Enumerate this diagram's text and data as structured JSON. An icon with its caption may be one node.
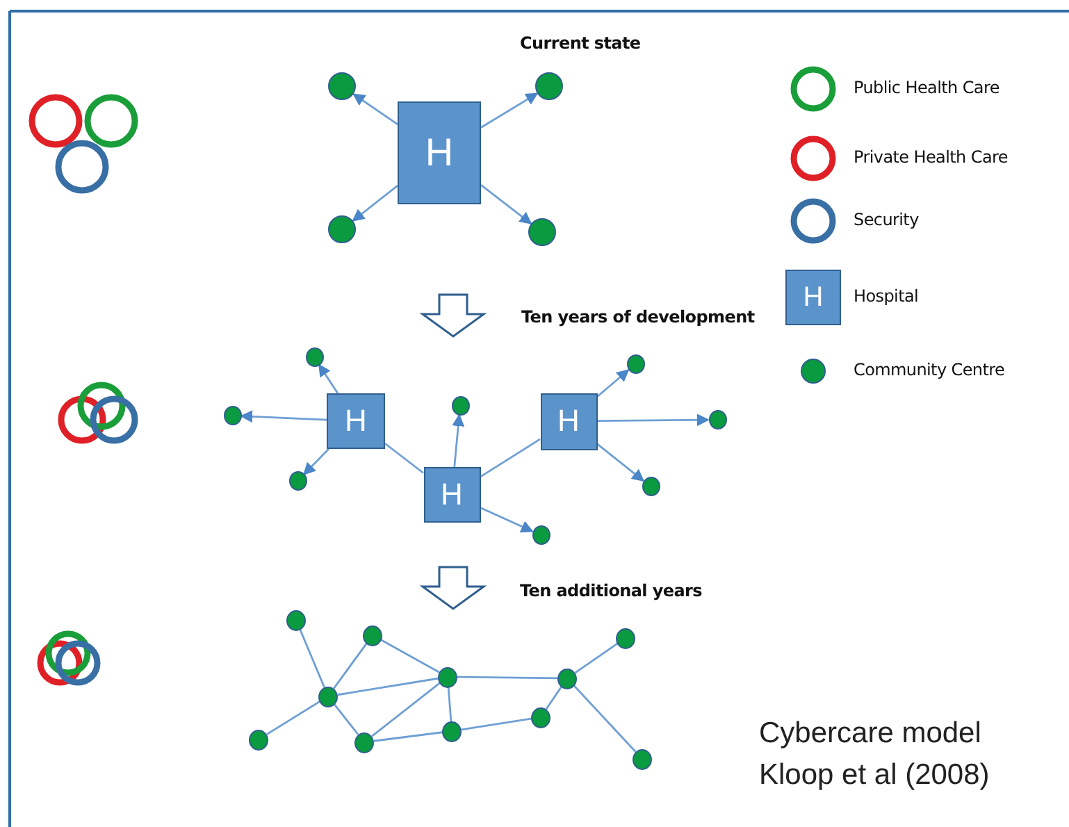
{
  "diagram": {
    "title": "Current state",
    "nodes": [
      {
        "text": [
          "H"
        ]
      },
      {
        "text": [],
        "shape": "circle"
      },
      {
        "text": [],
        "shape": "circle"
      },
      {
        "text": [],
        "shape": "circle"
      },
      {
        "text": [],
        "shape": "circle"
      },
      {
        "text": [
          "H"
        ]
      },
      {
        "text": [
          "H"
        ]
      },
      {
        "text": [
          "H"
        ]
      },
      {
        "text": [],
        "shape": "circle"
      },
      {
        "text": [],
        "shape": "circle"
      },
      {
        "text": [],
        "shape": "circle"
      },
      {
        "text": [],
        "shape": "circle"
      },
      {
        "text": [],
        "shape": "circle"
      },
      {
        "text": [],
        "shape": "circle"
      },
      {
        "text": [],
        "shape": "circle"
      },
      {
        "text": [],
        "shape": "circle"
      },
      {
        "text": [],
        "shape": "circle"
      },
      {
        "text": [],
        "shape": "circle"
      },
      {
        "text": [],
        "shape": "circle"
      },
      {
        "text": [],
        "shape": "circle"
      },
      {
        "text": [],
        "shape": "circle"
      },
      {
        "text": [],
        "shape": "circle"
      },
      {
        "text": [],
        "shape": "circle"
      },
      {
        "text": [],
        "shape": "circle"
      },
      {
        "text": [],
        "shape": "circle"
      },
      {
        "text": [],
        "shape": "circle"
      },
      {
        "text": [],
        "shape": "circle"
      }
    ],
    "edges": [
      {
        "from": 0,
        "to": 1,
        "arrow": "to"
      },
      {
        "from": 0,
        "to": 2,
        "arrow": "to"
      },
      {
        "from": 0,
        "to": 3,
        "arrow": "to"
      },
      {
        "from": 0,
        "to": 4,
        "arrow": "to"
      },
      {
        "from": 5,
        "to": 8,
        "arrow": "to"
      },
      {
        "from": 5,
        "to": 9,
        "arrow": "to"
      },
      {
        "from": 5,
        "to": 10,
        "arrow": "to"
      },
      {
        "from": 5,
        "to": 6,
        "arrow": "none"
      },
      {
        "from": 6,
        "to": 11,
        "arrow": "to"
      },
      {
        "from": 6,
        "to": 7,
        "arrow": "none"
      },
      {
        "from": 6,
        "to": 15,
        "arrow": "to"
      },
      {
        "from": 7,
        "to": 12,
        "arrow": "to"
      },
      {
        "from": 7,
        "to": 13,
        "arrow": "to"
      },
      {
        "from": 7,
        "to": 14,
        "arrow": "to"
      },
      {
        "from": 16,
        "to": 18,
        "arrow": "none"
      },
      {
        "from": 17,
        "to": 18,
        "arrow": "none"
      },
      {
        "from": 17,
        "to": 19,
        "arrow": "none"
      },
      {
        "from": 18,
        "to": 19,
        "arrow": "none"
      },
      {
        "from": 18,
        "to": 20,
        "arrow": "none"
      },
      {
        "from": 18,
        "to": 21,
        "arrow": "none"
      },
      {
        "from": 21,
        "to": 19,
        "arrow": "none"
      },
      {
        "from": 19,
        "to": 22,
        "arrow": "none"
      },
      {
        "from": 21,
        "to": 22,
        "arrow": "none"
      },
      {
        "from": 19,
        "to": 24,
        "arrow": "none"
      },
      {
        "from": 22,
        "to": 25,
        "arrow": "none"
      },
      {
        "from": 25,
        "to": 24,
        "arrow": "none"
      },
      {
        "from": 24,
        "to": 23,
        "arrow": "none"
      },
      {
        "from": 24,
        "to": 26,
        "arrow": "none"
      }
    ],
    "labels": [
      "H",
      "Ten years of development",
      "Ten additional years"
    ],
    "caption": "Cybercare model Kloop et al (2008)",
    "legend": [
      {
        "text": "Public Health Care",
        "color": "#1a9e3a"
      },
      {
        "text": "Private Health Care",
        "color": "#e02027"
      },
      {
        "text": "Security",
        "color": "#386fa4"
      },
      {
        "text": "Hospital",
        "color": "#5b93cb"
      },
      {
        "text": "Community Centre",
        "color": "#0a9a3f"
      }
    ]
  }
}
